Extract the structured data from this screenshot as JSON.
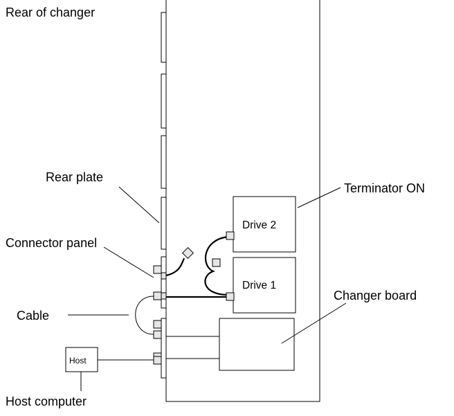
{
  "labels": {
    "rear_of_changer": "Rear of changer",
    "rear_plate": "Rear plate",
    "connector_panel": "Connector panel",
    "cable": "Cable",
    "host": "Host",
    "host_computer": "Host computer",
    "terminator_on": "Terminator ON",
    "changer_board": "Changer board",
    "drive_2": "Drive 2",
    "drive_1": "Drive 1"
  }
}
